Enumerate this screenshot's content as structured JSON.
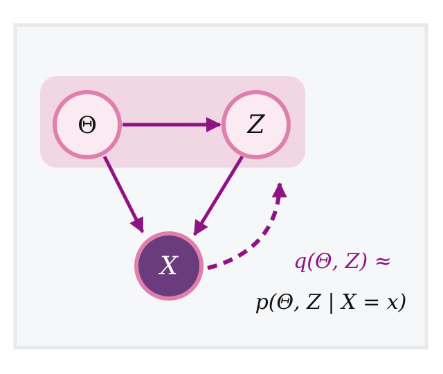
{
  "nodes": {
    "theta": {
      "label": "Θ"
    },
    "z": {
      "label": "Z"
    },
    "x": {
      "label": "X"
    }
  },
  "annotation": {
    "line1": "q(Θ, Z) ≈",
    "line2": "p(Θ, Z | X = x)"
  },
  "colors": {
    "panel_bg": "#f6f7f9",
    "panel_border": "#e8e9eb",
    "group_bg": "#f1d6e3",
    "node_fill": "#fbeaf2",
    "node_ring": "#df7fab",
    "observed_fill": "#6a3b7d",
    "arrow": "#8e1383",
    "q_text": "#8e1383",
    "p_text": "#111111"
  }
}
